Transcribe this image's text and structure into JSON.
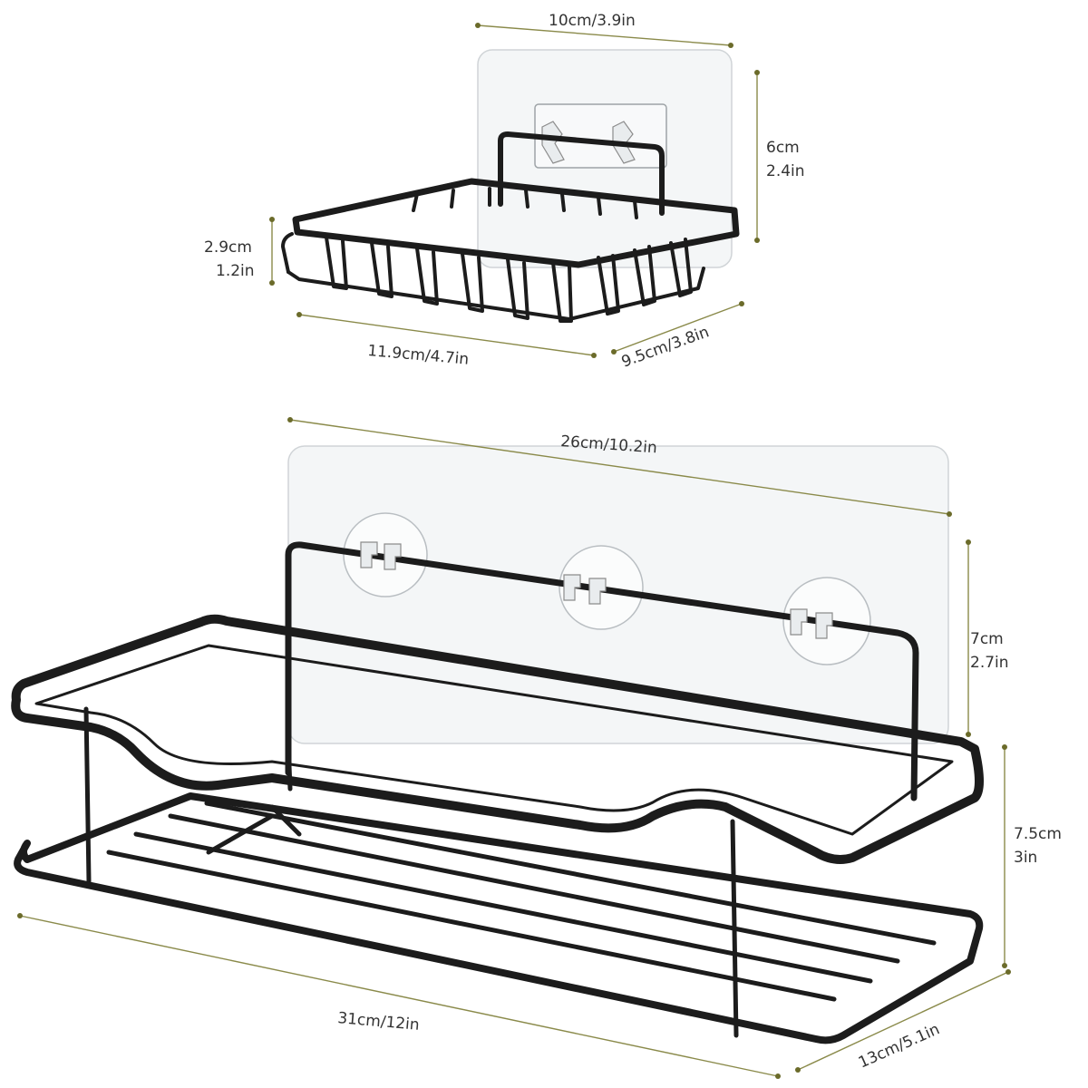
{
  "soap_dish": {
    "width_back": "10cm/3.9in",
    "height_back_cm": "6cm",
    "height_back_in": "2.4in",
    "height_basket_cm": "2.9cm",
    "height_basket_in": "1.2in",
    "length": "11.9cm/4.7in",
    "depth": "9.5cm/3.8in"
  },
  "shelf": {
    "width_back": "26cm/10.2in",
    "height_back_cm": "7cm",
    "height_back_in": "2.7in",
    "height_basket_cm": "7.5cm",
    "height_basket_in": "3in",
    "length": "31cm/12in",
    "depth": "13cm/5.1in"
  },
  "colors": {
    "rack": "#1c1c1c",
    "dimension_line": "#8a8a4a",
    "adhesive_pad": "#f4f6f7"
  }
}
